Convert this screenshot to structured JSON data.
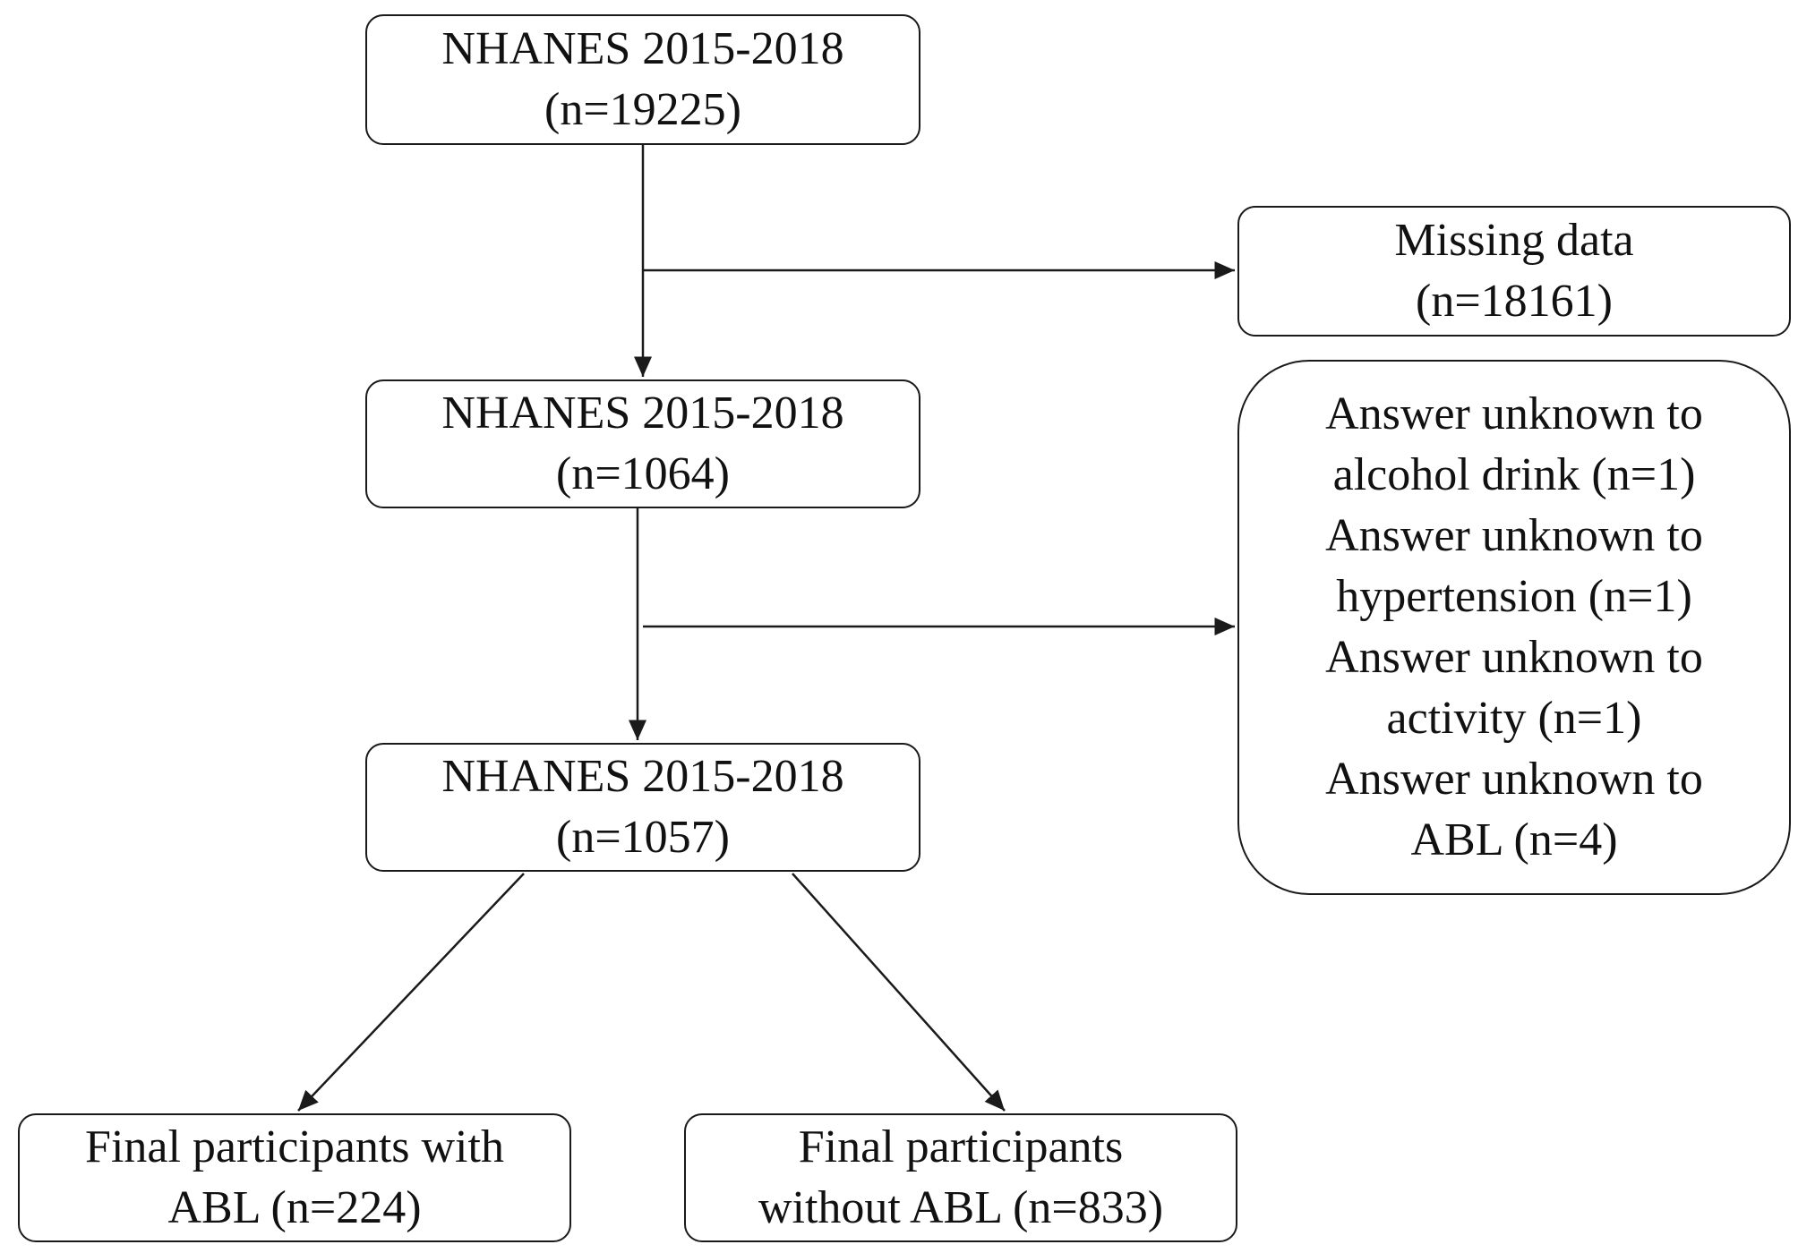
{
  "boxes": {
    "top": {
      "line1": "NHANES 2015-2018",
      "line2": "(n=19225)"
    },
    "missing": {
      "line1": "Missing data",
      "line2": "(n=18161)"
    },
    "mid": {
      "line1": "NHANES 2015-2018",
      "line2": "(n=1064)"
    },
    "exclusions": {
      "lines": [
        "Answer unknown to",
        "alcohol drink (n=1)",
        "Answer unknown to",
        "hypertension (n=1)",
        "Answer unknown to",
        "activity (n=1)",
        "Answer unknown to",
        "ABL (n=4)"
      ]
    },
    "low": {
      "line1": "NHANES 2015-2018",
      "line2": "(n=1057)"
    },
    "with_abl": {
      "line1": "Final participants with",
      "line2": "ABL (n=224)"
    },
    "without_abl": {
      "line1": "Final participants",
      "line2": "without ABL (n=833)"
    }
  },
  "colors": {
    "stroke": "#1a1a1a",
    "background": "#ffffff"
  }
}
